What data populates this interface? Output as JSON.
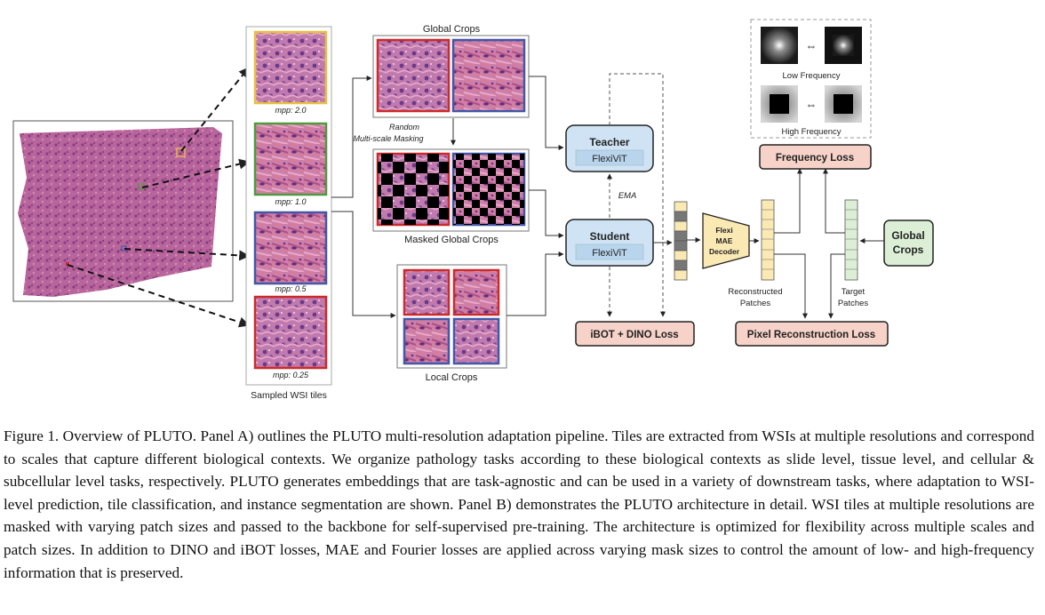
{
  "figure": {
    "tiles_label": "Sampled WSI tiles",
    "tiles": [
      {
        "mpp": "mpp: 2.0",
        "color": "#e8c040"
      },
      {
        "mpp": "mpp: 1.0",
        "color": "#4f9a3c"
      },
      {
        "mpp": "mpp: 0.5",
        "color": "#4257a6"
      },
      {
        "mpp": "mpp: 0.25",
        "color": "#cc2a2a"
      }
    ],
    "global_crops_label": "Global Crops",
    "masking_label_1": "Random",
    "masking_label_2": "Multi-scale Masking",
    "masked_global_crops_label": "Masked Global Crops",
    "local_crops_label": "Local Crops",
    "teacher": {
      "title": "Teacher",
      "sub": "FlexiViT"
    },
    "student": {
      "title": "Student",
      "sub": "FlexiViT"
    },
    "ema_label": "EMA",
    "ibot_loss": "iBOT + DINO Loss",
    "decoder": [
      "Flexi",
      "MAE",
      "Decoder"
    ],
    "reconstructed_1": "Reconstructed",
    "reconstructed_2": "Patches",
    "target_1": "Target",
    "target_2": "Patches",
    "global_crops_box_1": "Global",
    "global_crops_box_2": "Crops",
    "pixel_loss": "Pixel Reconstruction Loss",
    "frequency_loss": "Frequency Loss",
    "low_frequency": "Low Frequency",
    "high_frequency": "High Frequency",
    "colors": {
      "model_box": "#cfe3f5",
      "loss_box": "#f6d2c8",
      "decoder": "#fbe9b4",
      "target_patch": "#dcefd6",
      "tissue": "#b8659c"
    }
  },
  "caption": "Figure 1.  Overview of PLUTO. Panel A) outlines the PLUTO multi-resolution adaptation pipeline.  Tiles are extracted from WSIs at multiple resolutions and correspond to scales that capture different biological contexts.  We organize pathology tasks according to these biological contexts as slide level, tissue level, and cellular & subcellular level tasks, respectively. PLUTO generates embeddings that are task-agnostic and can be used in a variety of downstream tasks, where adaptation to WSI-level prediction, tile classification, and instance segmentation are shown.  Panel B) demonstrates the PLUTO architecture in detail.  WSI tiles at multiple resolutions are masked with varying patch sizes and passed to the backbone for self-supervised pre-training. The architecture is optimized for flexibility across multiple scales and patch sizes. In addition to DINO and iBOT losses, MAE and Fourier losses are applied across varying mask sizes to control the amount of low- and high-frequency information that is preserved."
}
